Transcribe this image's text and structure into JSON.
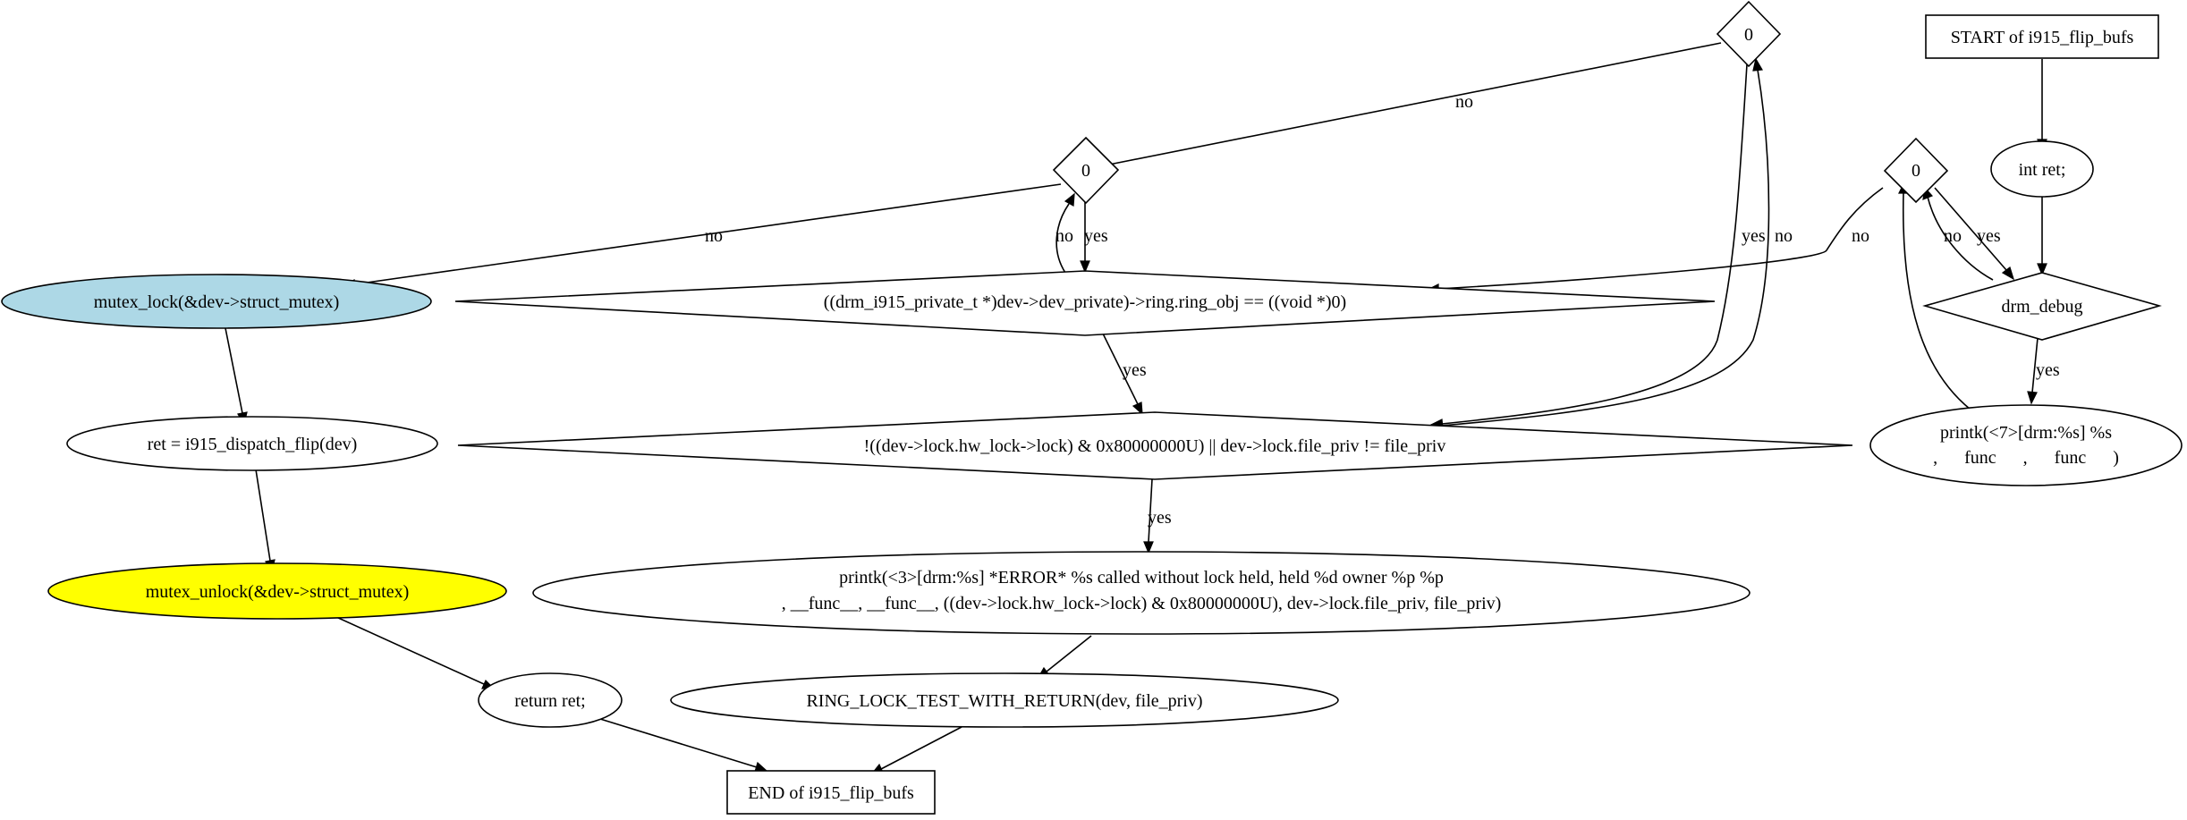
{
  "colors": {
    "ellipse_fill": "#ffffff",
    "struct_mutex_lock_fill": "#add8e6",
    "struct_mutex_unlock_fill": "#ffff00",
    "stroke": "#000000"
  },
  "nodes": {
    "start": "START of i915_flip_bufs",
    "int_ret": "int ret;",
    "drm_debug": "drm_debug",
    "debug_printk_line1": "printk(<7>[drm:%s] %s",
    "debug_printk_line2": ",      func      ,      func      )",
    "zero_right": "0",
    "zero_top": "0",
    "zero_mid": "0",
    "ring_obj_check": "((drm_i915_private_t *)dev->dev_private)->ring.ring_obj == ((void *)0)",
    "lock_check": "!((dev->lock.hw_lock->lock) & 0x80000000U) || dev->lock.file_priv != file_priv",
    "error_printk_line1": "printk(<3>[drm:%s] *ERROR* %s called without lock held, held  %d owner %p %p",
    "error_printk_line2": ", __func__, __func__, ((dev->lock.hw_lock->lock) & 0x80000000U), dev->lock.file_priv, file_priv)",
    "ring_lock_test": "RING_LOCK_TEST_WITH_RETURN(dev, file_priv)",
    "mutex_lock": "mutex_lock(&dev->struct_mutex)",
    "dispatch_flip": "ret = i915_dispatch_flip(dev)",
    "mutex_unlock": "mutex_unlock(&dev->struct_mutex)",
    "return_ret": "return ret;",
    "end": "END of i915_flip_bufs"
  },
  "edge_labels": {
    "yes": "yes",
    "no": "no"
  }
}
